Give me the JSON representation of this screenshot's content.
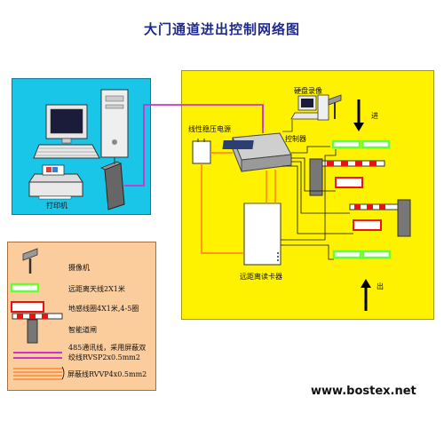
{
  "title": "大门通道进出控制网络图",
  "labels": {
    "printer": "打印机",
    "dvr": "硬盘录像",
    "enter": "进",
    "exit": "出",
    "power": "线性稳压电源",
    "controller": "控制器",
    "reader": "远距离读卡器"
  },
  "legend": {
    "camera": "摄像机",
    "antenna": "远距离天线2X1米",
    "loop": "地感线圈4X1米,4-5圈",
    "barrier": "智能道闸",
    "cable_485_line1": "485通讯线，采用屏蔽双",
    "cable_485_line2": "绞线RVSP2x0.5mm2",
    "cable_shield": "屏蔽线RVVP4x0.5mm2"
  },
  "website": "www.bostex.net",
  "colors": {
    "office_bg": "#19c6e8",
    "field_bg": "#fff200",
    "legend_bg": "#fbcc9c",
    "antenna": "#66ff33",
    "loop": "#ee1111",
    "cable_485": "#cc33cc",
    "cable_shield": "#ff7a1f",
    "title": "#1f2a8c"
  }
}
